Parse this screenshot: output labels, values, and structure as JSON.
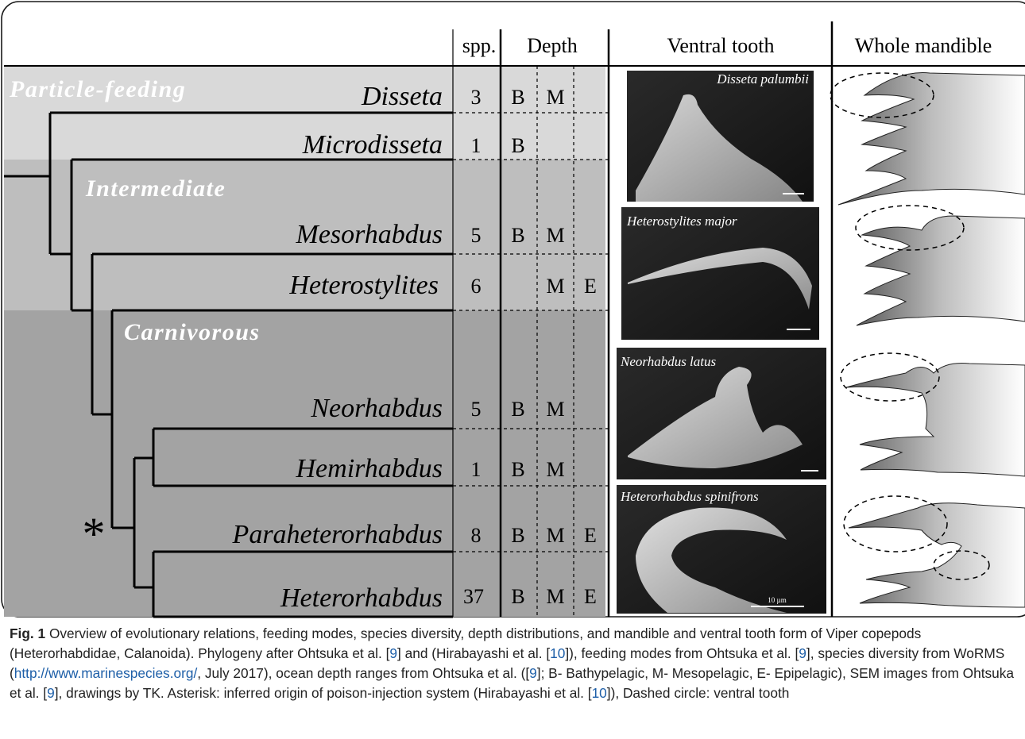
{
  "figure": {
    "headers": {
      "spp": "spp.",
      "depth": "Depth",
      "ventral_tooth": "Ventral tooth",
      "whole_mandible": "Whole mandible"
    },
    "modes": [
      {
        "label": "Particle-feeding",
        "color": "#d9d9d9"
      },
      {
        "label": "Intermediate",
        "color": "#bebebe"
      },
      {
        "label": "Carnivorous",
        "color": "#a3a3a3"
      }
    ],
    "taxa": [
      {
        "name": "Disseta",
        "spp": "3",
        "b": "B",
        "m": "M",
        "e": ""
      },
      {
        "name": "Microdisseta",
        "spp": "1",
        "b": "B",
        "m": "",
        "e": ""
      },
      {
        "name": "Mesorhabdus",
        "spp": "5",
        "b": "B",
        "m": "M",
        "e": ""
      },
      {
        "name": "Heterostylites",
        "spp": "6",
        "b": "",
        "m": "M",
        "e": "E"
      },
      {
        "name": "Neorhabdus",
        "spp": "5",
        "b": "B",
        "m": "M",
        "e": ""
      },
      {
        "name": "Hemirhabdus",
        "spp": "1",
        "b": "B",
        "m": "M",
        "e": ""
      },
      {
        "name": "Paraheterorhabdus",
        "spp": "8",
        "b": "B",
        "m": "M",
        "e": "E"
      },
      {
        "name": "Heterorhabdus",
        "spp": "37",
        "b": "B",
        "m": "M",
        "e": "E"
      }
    ],
    "asterisk": "*",
    "sem_images": [
      {
        "label": "Disseta palumbii",
        "icon": "sem-photo"
      },
      {
        "label": "Heterostylites major",
        "icon": "sem-photo"
      },
      {
        "label": "Neorhabdus latus",
        "icon": "sem-photo"
      },
      {
        "label": "Heterorhabdus spinifrons",
        "icon": "sem-photo",
        "scale": "10 µm"
      }
    ]
  },
  "caption": {
    "label": "Fig. 1",
    "p1": " Overview of evolutionary relations, feeding modes, species diversity, depth distributions, and mandible and ventral tooth form of Viper copepods (Heterorhabdidae, Calanoida). Phylogeny after Ohtsuka et al. [",
    "r1": "9",
    "p2": "] and (Hirabayashi et al. [",
    "r2": "10",
    "p3": "]), feeding modes from Ohtsuka et al. [",
    "r3": "9",
    "p4": "], species diversity from WoRMS (",
    "url": "http://www.marinespecies.org/",
    "p5": ", July 2017), ocean depth ranges from Ohtsuka et al. ([",
    "r4": "9",
    "p6": "]; B- Bathypelagic, M- Mesopelagic, E- Epipelagic), SEM images from Ohtsuka et al. [",
    "r5": "9",
    "p7": "], drawings by TK. Asterisk: inferred origin of poison-injection system (Hirabayashi et al. [",
    "r6": "10",
    "p8": "]), Dashed circle: ventral tooth"
  }
}
